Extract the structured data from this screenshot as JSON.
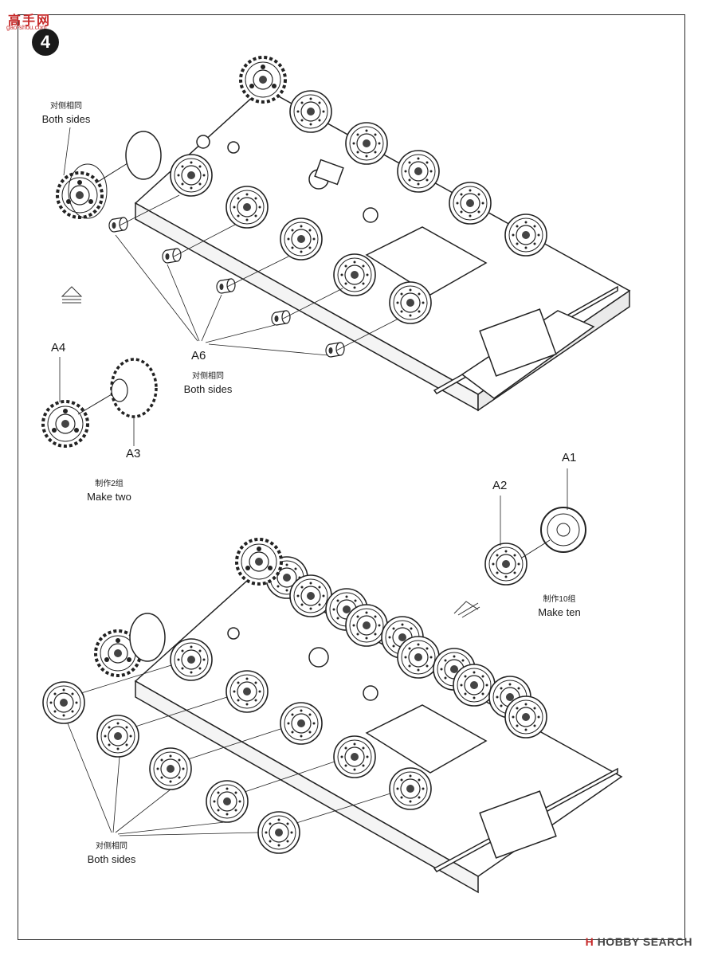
{
  "watermark": {
    "cn": "高手网",
    "url": "gao-shou.com"
  },
  "step_number": "4",
  "labels": {
    "both_sides_top_cn": "对侧相同",
    "both_sides_top_en": "Both sides",
    "a6_both_sides_cn": "对侧相同",
    "a6_both_sides_en": "Both sides",
    "make_two_cn": "制作2组",
    "make_two_en": "Make two",
    "make_ten_cn": "制作10组",
    "make_ten_en": "Make ten",
    "both_sides_bottom_cn": "对侧相同",
    "both_sides_bottom_en": "Both sides"
  },
  "parts": {
    "a1": "A1",
    "a2": "A2",
    "a3": "A3",
    "a4": "A4",
    "a6": "A6"
  },
  "footer": {
    "prefix": "H",
    "brand": "HOBBY SEARCH"
  }
}
